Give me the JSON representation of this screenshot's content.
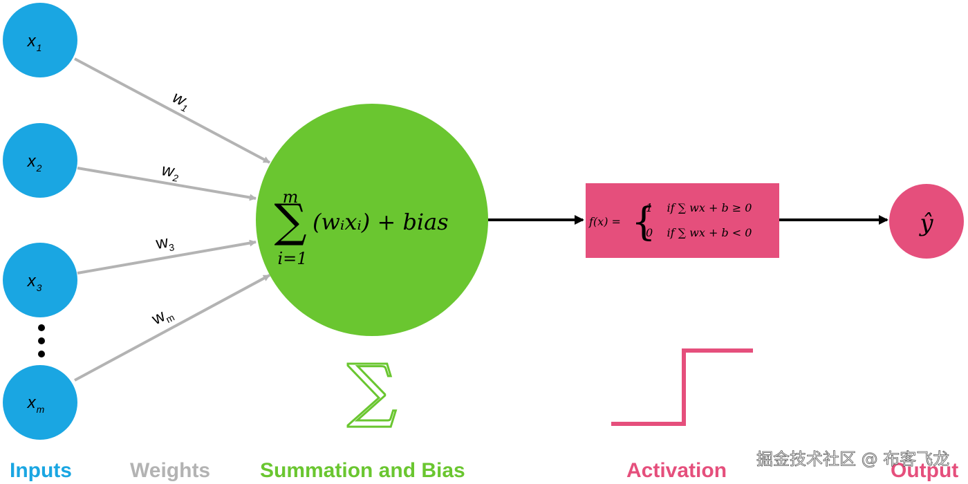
{
  "inputs": [
    {
      "base": "x",
      "sub": "1"
    },
    {
      "base": "x",
      "sub": "2"
    },
    {
      "base": "x",
      "sub": "3"
    },
    {
      "base": "x",
      "sub": "m"
    }
  ],
  "weights": [
    {
      "base": "w",
      "sub": "1"
    },
    {
      "base": "w",
      "sub": "2"
    },
    {
      "base": "w",
      "sub": "3"
    },
    {
      "base": "w",
      "sub": "m"
    }
  ],
  "summation": {
    "sigma": "∑",
    "upper": "m",
    "lower": "i=1",
    "expression": "(wᵢxᵢ) + bias"
  },
  "activation_formula": {
    "lhs": "f(x) =",
    "case1": "1    if ∑ wx + b ≥ 0",
    "case2": "0    if ∑ wx + b < 0"
  },
  "output_symbol": "ŷ",
  "summation_symbol": "∑",
  "labels": {
    "inputs": "Inputs",
    "weights": "Weights",
    "summation": "Summation and Bias",
    "activation": "Activation",
    "output": "Output"
  },
  "watermark": "掘金技术社区 @ 布客飞龙",
  "colors": {
    "input_node": "#1aa6e2",
    "weight_line": "#b3b3b3",
    "summation": "#6ac630",
    "activation": "#e54f7c",
    "arrow": "#000000"
  }
}
